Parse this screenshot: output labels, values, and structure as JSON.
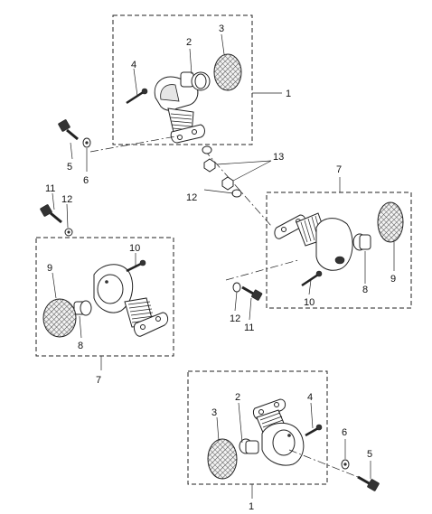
{
  "callouts": {
    "a1": "1",
    "a2": "2",
    "a3": "3",
    "a4": "4",
    "a5": "5",
    "a6": "6",
    "b7": "7",
    "b8": "8",
    "b9": "9",
    "b10": "10",
    "b11": "11",
    "b12": "12",
    "b13": "13",
    "c7": "7",
    "c8": "8",
    "c9": "9",
    "c10": "10",
    "c11": "11",
    "c12": "12",
    "d1": "1",
    "d2": "2",
    "d3": "3",
    "d4": "4",
    "d5": "5",
    "d6": "6"
  }
}
